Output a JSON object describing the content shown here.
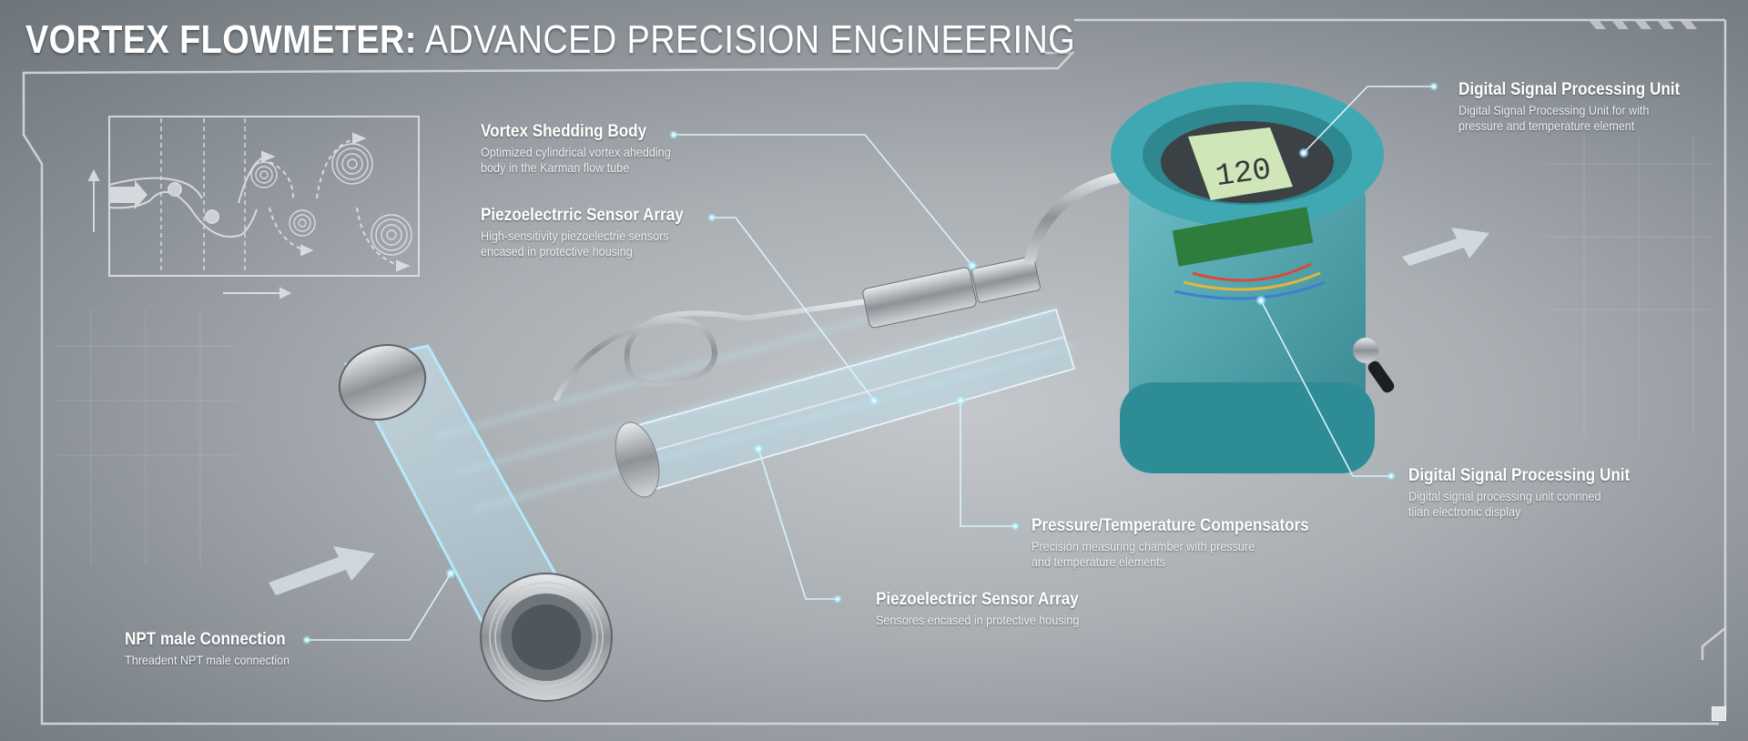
{
  "title": {
    "bold": "VORTEX FLOWMETER:",
    "light": " ADVANCED PRECISION ENGINEERING"
  },
  "callouts": [
    {
      "id": "vortex-shedding-body",
      "head": "Vortex Shedding Body",
      "desc": [
        "Optimized cylindrical vortex ahedding",
        "body in the Karman flow tube"
      ]
    },
    {
      "id": "piezoelectric-sensor-array-top",
      "head": "Piezoelectrric Sensor Array",
      "desc": [
        "High-sensitivity piezoelectrie sensors",
        "encased in protective housing"
      ]
    },
    {
      "id": "digital-signal-processing-unit-top",
      "head": "Digital Signal Processing Unit",
      "desc": [
        "Digital Signal Processing Unit for with",
        "pressure and temperature element"
      ]
    },
    {
      "id": "digital-signal-processing-unit-bottom",
      "head": "Digital Signal Processing Unit",
      "desc": [
        "Digital signal processing unit connned",
        "tiian electronic display"
      ]
    },
    {
      "id": "pressure-temperature-compensators",
      "head": "Pressure/Temperature Compensators",
      "desc": [
        "Precision measuring chamber with pressure",
        "and temperature elements"
      ]
    },
    {
      "id": "piezoelectric-sensor-array-bottom",
      "head": "Piezoelectricr Sensor Array",
      "desc": [
        "Sensores encased in protective housing"
      ]
    },
    {
      "id": "npt-male-connection",
      "head": "NPT male Connection",
      "desc": [
        "Threadent NPT male connection"
      ]
    }
  ],
  "display": {
    "reading": "120"
  },
  "colors": {
    "background": "#a9aeb3",
    "accent_teal": "#3aa3ad",
    "callout_line": "#cfeef4",
    "glow": "#8fe6ff",
    "frame_line": "#d6dadd",
    "lcd": "#cfe6b8"
  },
  "icons": {
    "flow_arrow_left": "arrow-right-icon",
    "flow_arrow_right": "arrow-right-icon",
    "vortex_diagram": "karman-vortex-street-diagram"
  }
}
